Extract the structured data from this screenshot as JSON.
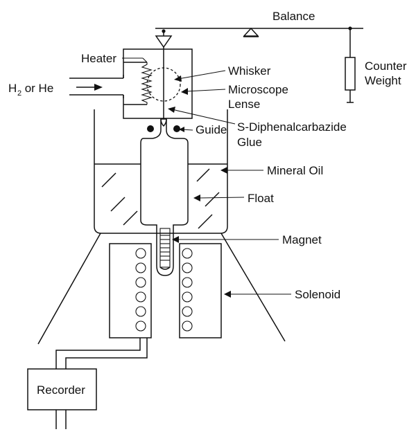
{
  "labels": {
    "balance": "Balance",
    "counter_weight_line1": "Counter",
    "counter_weight_line2": "Weight",
    "heater": "Heater",
    "gas_prefix": "H",
    "gas_subscript": "2",
    "gas_suffix": " or He",
    "whisker": "Whisker",
    "microscope_line1": "Microscope",
    "microscope_line2": "Lense",
    "guide": "Guide",
    "glue_line1": "S-Diphenalcarbazide",
    "glue_line2": "Glue",
    "mineral_oil": "Mineral Oil",
    "float": "Float",
    "magnet": "Magnet",
    "solenoid": "Solenoid",
    "recorder": "Recorder"
  },
  "colors": {
    "line": "#111111",
    "background": "#ffffff"
  }
}
